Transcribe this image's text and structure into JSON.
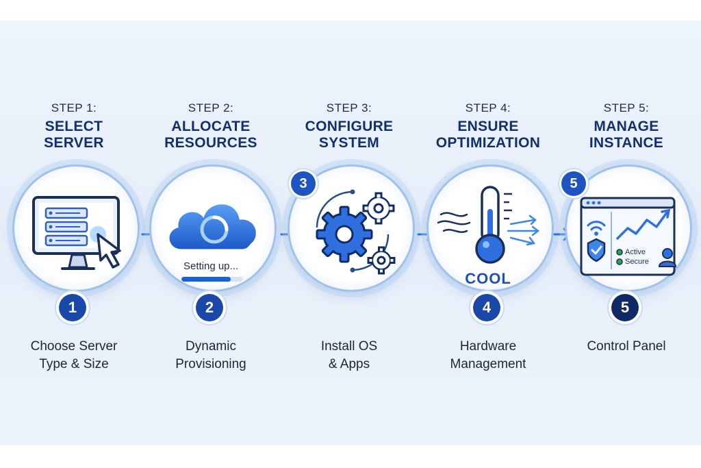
{
  "steps": [
    {
      "label": "STEP 1:",
      "title": "SELECT\nSERVER",
      "number": "1",
      "description": "Choose Server\nType & Size",
      "icon": "monitor-pointer-icon"
    },
    {
      "label": "STEP 2:",
      "title": "ALLOCATE\nRESOURCES",
      "number": "2",
      "description": "Dynamic\nProvisioning",
      "icon": "cloud-loading-icon",
      "status_text": "Setting up...",
      "progress": 0.8
    },
    {
      "label": "STEP 3:",
      "title": "CONFIGURE\nSYSTEM",
      "number": "3",
      "description": "Install OS\n& Apps",
      "icon": "gears-icon"
    },
    {
      "label": "STEP 4:",
      "title": "ENSURE\nOPTIMIZATION",
      "number": "4",
      "description": "Hardware\nManagement",
      "icon": "thermometer-icon",
      "status_text": "COOL"
    },
    {
      "label": "STEP 5:",
      "title": "MANAGE\nINSTANCE",
      "number": "5",
      "description": "Control Panel",
      "icon": "dashboard-icon",
      "status_items": [
        "Active",
        "Secure"
      ]
    }
  ],
  "colors": {
    "primary": "#1948a8",
    "accent": "#2f6fe0",
    "light": "#cfe0f7",
    "text": "#1f2430"
  }
}
